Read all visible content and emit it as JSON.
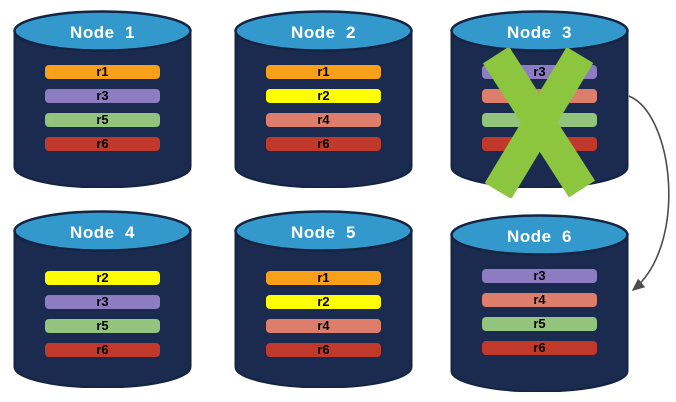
{
  "theme": {
    "background": "#FFFFFF",
    "cylinder_body_color": "#1B2B50",
    "cylinder_top_color": "#3399CD",
    "cylinder_outline_color": "#152442",
    "title_color": "#FFFFFF",
    "row_label_color": "#000000",
    "failure_x_color": "#8CC63E",
    "arrow_color": "#4D4D4D"
  },
  "replica_colors": {
    "r1": "#F9A01B",
    "r2": "#FEFE00",
    "r3": "#8E7CC3",
    "r4": "#DC7E6B",
    "r5": "#93C47D",
    "r6": "#C0392B"
  },
  "nodes": [
    {
      "title": "Node  1",
      "failed": false,
      "rows": [
        {
          "label": "r1",
          "color": "#F9A01B"
        },
        {
          "label": "r3",
          "color": "#8E7CC3"
        },
        {
          "label": "r5",
          "color": "#93C47D"
        },
        {
          "label": "r6",
          "color": "#C0392B"
        }
      ]
    },
    {
      "title": "Node  2",
      "failed": false,
      "rows": [
        {
          "label": "r1",
          "color": "#F9A01B"
        },
        {
          "label": "r2",
          "color": "#FEFE00"
        },
        {
          "label": "r4",
          "color": "#DC7E6B"
        },
        {
          "label": "r6",
          "color": "#C0392B"
        }
      ]
    },
    {
      "title": "Node  3",
      "failed": true,
      "rows": [
        {
          "label": "r3",
          "color": "#8E7CC3"
        },
        {
          "label": "r4",
          "color": "#DC7E6B"
        },
        {
          "label": "r5",
          "color": "#93C47D"
        },
        {
          "label": "r6",
          "color": "#C0392B"
        }
      ]
    },
    {
      "title": "Node  4",
      "failed": false,
      "rows": [
        {
          "label": "r2",
          "color": "#FEFE00"
        },
        {
          "label": "r3",
          "color": "#8E7CC3"
        },
        {
          "label": "r5",
          "color": "#93C47D"
        },
        {
          "label": "r6",
          "color": "#C0392B"
        }
      ]
    },
    {
      "title": "Node  5",
      "failed": false,
      "rows": [
        {
          "label": "r1",
          "color": "#F9A01B"
        },
        {
          "label": "r2",
          "color": "#FEFE00"
        },
        {
          "label": "r4",
          "color": "#DC7E6B"
        },
        {
          "label": "r6",
          "color": "#C0392B"
        }
      ]
    },
    {
      "title": "Node  6",
      "failed": false,
      "rows": [
        {
          "label": "r3",
          "color": "#8E7CC3"
        },
        {
          "label": "r4",
          "color": "#DC7E6B"
        },
        {
          "label": "r5",
          "color": "#93C47D"
        },
        {
          "label": "r6",
          "color": "#C0392B"
        }
      ]
    }
  ]
}
